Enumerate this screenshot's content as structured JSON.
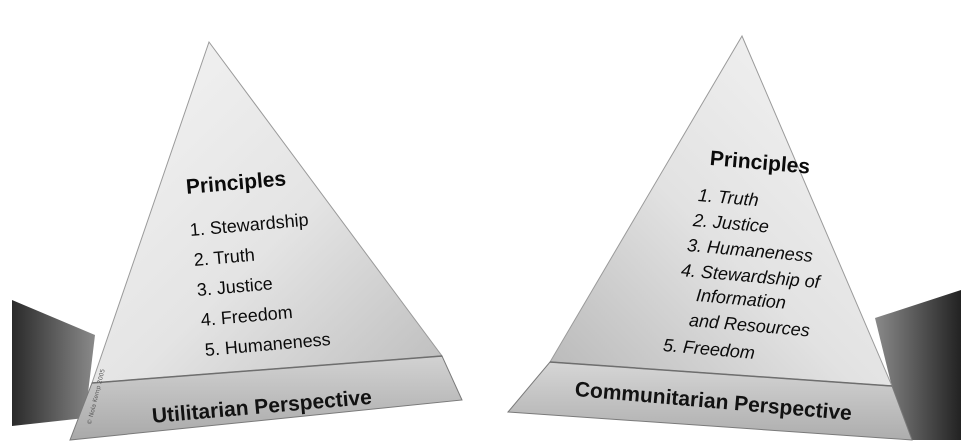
{
  "left_pyramid": {
    "heading": "Principles",
    "items": [
      "1. Stewardship",
      "2. Truth",
      "3. Justice",
      "4. Freedom",
      "5. Humaneness"
    ],
    "base_label": "Utilitarian Perspective"
  },
  "right_pyramid": {
    "heading": "Principles",
    "items": [
      "1. Truth",
      "2. Justice",
      "3. Humaneness",
      "4. Stewardship of",
      "Information",
      "and Resources",
      "5. Freedom"
    ],
    "base_label": "Communitarian Perspective"
  },
  "credit": "© Nola Kemp 2005"
}
